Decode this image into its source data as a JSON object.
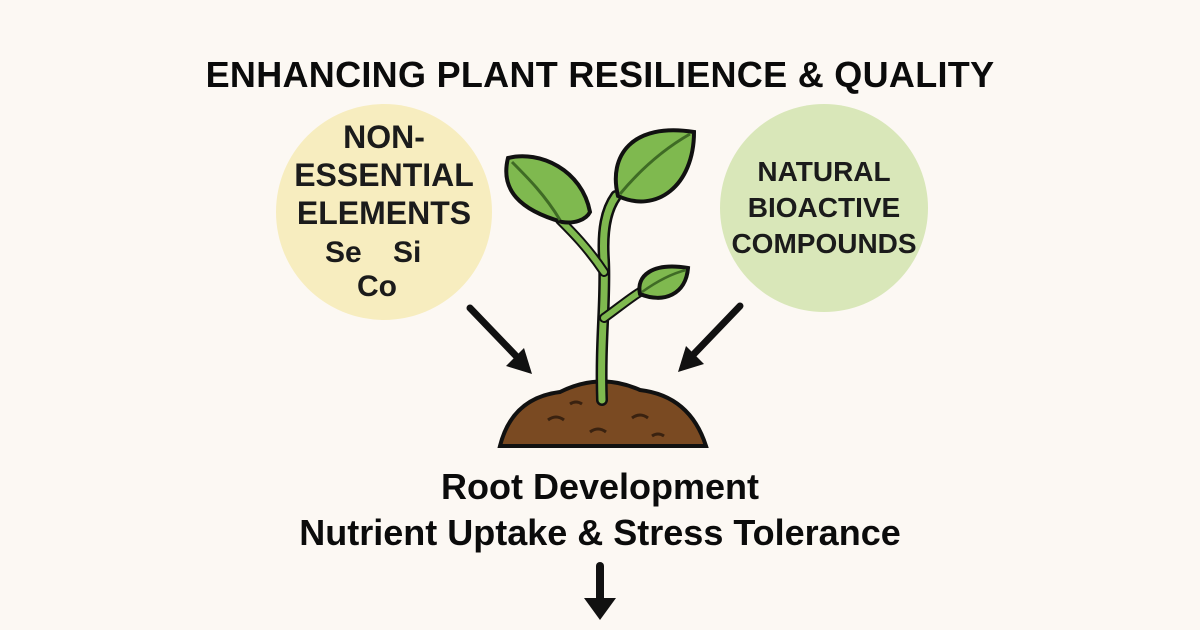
{
  "title": "ENHANCING PLANT RESILIENCE & QUALITY",
  "left_circle": {
    "label_lines": [
      "NON-",
      "ESSENTIAL",
      "ELEMENTS"
    ],
    "elements": [
      "Se",
      "Si",
      "Co"
    ],
    "color": "#f7edbf"
  },
  "right_circle": {
    "label_lines": [
      "NATURAL",
      "BIOACTIVE",
      "COMPOUNDS"
    ],
    "color": "#d9e7b9"
  },
  "effects": {
    "line1": "Root Development",
    "line2": "Nutrient Uptake & Stress Tolerance"
  },
  "icons": [
    "plant-icon",
    "soil-mound-icon",
    "arrow-down-right-icon",
    "arrow-down-left-icon",
    "arrow-down-icon"
  ],
  "colors": {
    "background": "#fcf8f3",
    "leaf": "#7fb94f",
    "soil": "#7a4a22"
  }
}
